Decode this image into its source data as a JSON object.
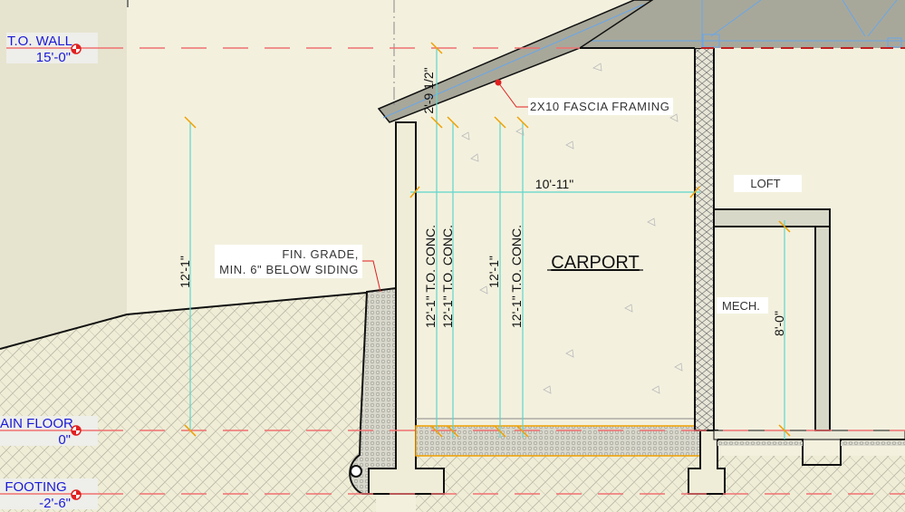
{
  "levels": [
    {
      "name": "T.O. WALL",
      "elevation": "15'-0\""
    },
    {
      "name": "AIN FLOOR",
      "elevation": "0\""
    },
    {
      "name": ". FOOTING",
      "elevation": "-2'-6\""
    }
  ],
  "dimensions": {
    "left_height": "12'-1\"",
    "fascia_height": "2'-9 1/2\"",
    "conc_1": "12'-1\" T.O. CONC.",
    "conc_2": "12'-1\" T.O. CONC.",
    "mid_height": "12'-1\"",
    "conc_3": "12'-1\" T.O. CONC.",
    "carport_width": "10'-11\"",
    "mech_height": "8'-0\""
  },
  "notes": {
    "grade_line1": "FIN. GRADE,",
    "grade_line2": "MIN. 6\" BELOW SIDING",
    "fascia": "2X10 FASCIA FRAMING"
  },
  "rooms": {
    "carport": "CARPORT",
    "loft": "LOFT",
    "mech": "MECH."
  },
  "colors": {
    "background": "#f3f1de",
    "level_text": "#1a1ad8",
    "level_line": "#f07070",
    "dimension_line": "#5fd6cc",
    "dimension_tick": "#f0a000",
    "roof": "#a8a89a"
  }
}
